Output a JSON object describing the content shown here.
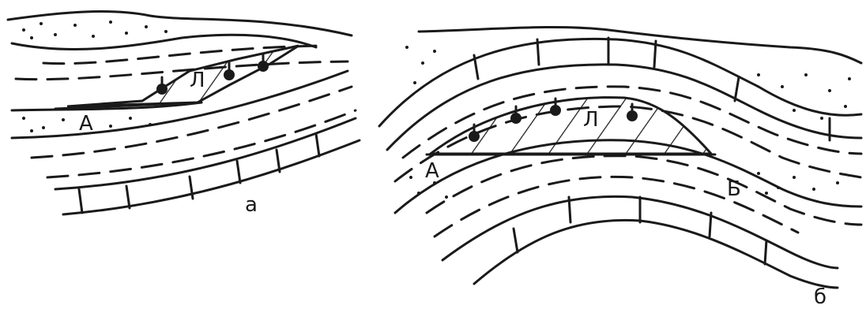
{
  "panel_a": {
    "label_oil": "Л",
    "label_water": "А",
    "caption": "а"
  },
  "panel_b": {
    "label_oil": "Л",
    "label_water_left": "А",
    "label_water_right": "Б",
    "caption": "б"
  },
  "colors": {
    "ink": "#1a1a1a",
    "background": "#ffffff"
  },
  "icons": {
    "reservoir_mark": "oil-drop-icon"
  }
}
